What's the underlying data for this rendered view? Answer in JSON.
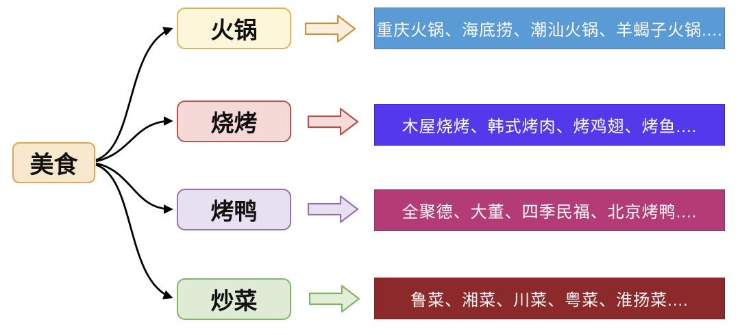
{
  "diagram": {
    "background": "#ffffff",
    "connector_color": "#000000",
    "box_text_color": "#ffffff",
    "root": {
      "label": "美食",
      "fill": "#F8E8CD",
      "stroke": "#D9A75A"
    },
    "branches": [
      {
        "label": "火锅",
        "node_fill": "#FDF6D9",
        "node_stroke": "#D6B656",
        "arrow_fill": "#F9EEDC",
        "arrow_stroke": "#C4953F",
        "box_fill": "#5B9BD5",
        "box_stroke": "#4A7EBB",
        "items": "重庆火锅、海底捞、潮汕火锅、羊蝎子火锅...."
      },
      {
        "label": "烧烤",
        "node_fill": "#F4D9D6",
        "node_stroke": "#B85450",
        "arrow_fill": "#F6DCD9",
        "arrow_stroke": "#B0524C",
        "box_fill": "#5338EC",
        "box_stroke": "#4028C4",
        "items": "木屋烧烤、韩式烤肉、烤鸡翅、烤鱼...."
      },
      {
        "label": "烤鸭",
        "node_fill": "#E7E0F1",
        "node_stroke": "#9673A6",
        "arrow_fill": "#E7E0F1",
        "arrow_stroke": "#9673A6",
        "box_fill": "#B43C76",
        "box_stroke": "#983062",
        "items": "全聚德、大董、四季民福、北京烤鸭...."
      },
      {
        "label": "炒菜",
        "node_fill": "#DFEBD4",
        "node_stroke": "#82B366",
        "arrow_fill": "#E2EED6",
        "arrow_stroke": "#82B366",
        "box_fill": "#8C2A2B",
        "box_stroke": "#7A2324",
        "items": "鲁菜、湘菜、川菜、粤菜、淮扬菜...."
      }
    ]
  }
}
